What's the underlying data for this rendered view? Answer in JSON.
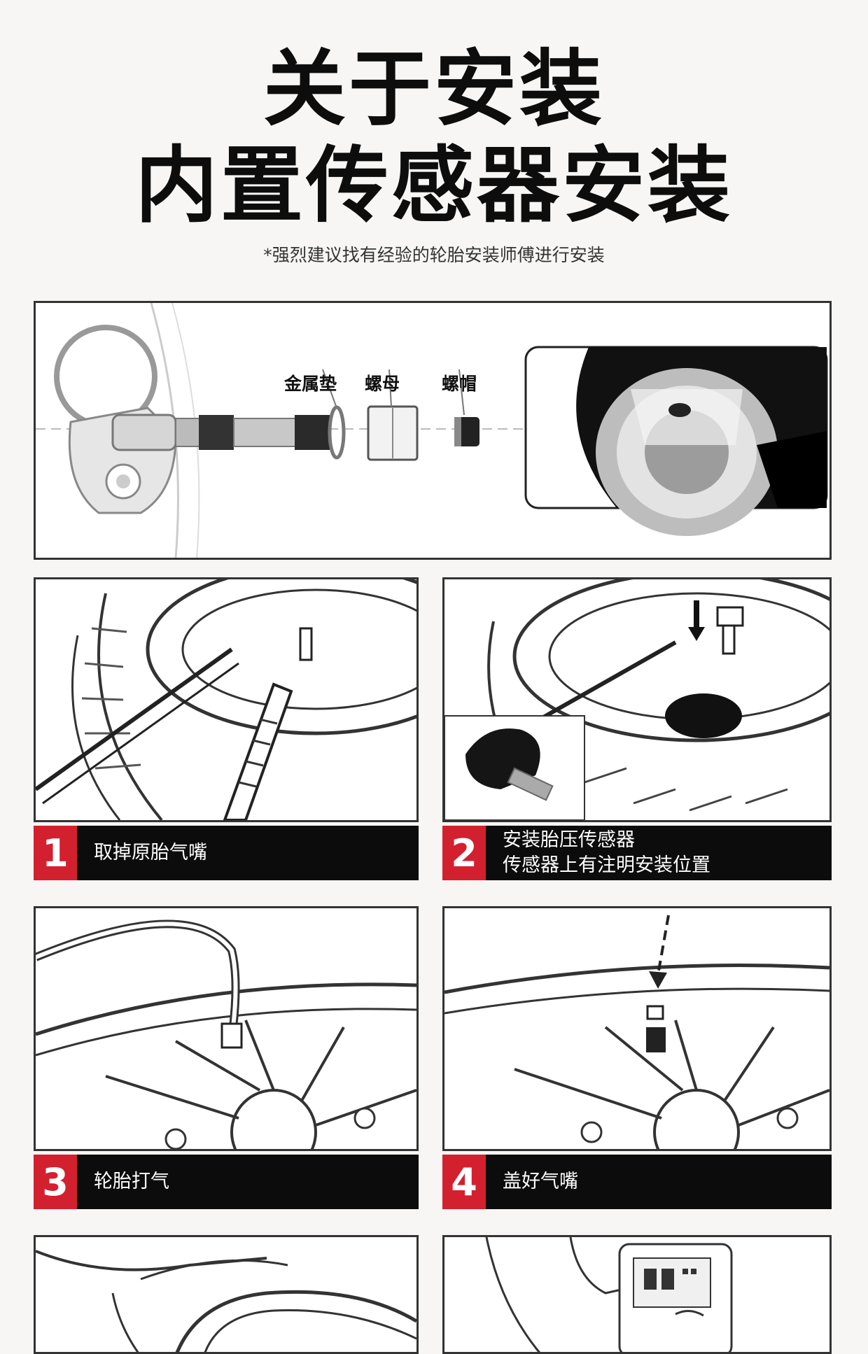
{
  "header": {
    "title_line1": "关于安装",
    "title_line2": "内置传感器安装",
    "note": "*强烈建议找有经验的轮胎安装师傅进行安装"
  },
  "parts": {
    "washer_label": "金属垫",
    "nut_label": "螺母",
    "cap_label": "螺帽"
  },
  "steps": [
    {
      "number": "1",
      "lines": [
        "取掉原胎气嘴"
      ]
    },
    {
      "number": "2",
      "lines": [
        "安装胎压传感器",
        "传感器上有注明安装位置"
      ]
    },
    {
      "number": "3",
      "lines": [
        "轮胎打气"
      ]
    },
    {
      "number": "4",
      "lines": [
        "盖好气嘴"
      ]
    }
  ],
  "colors": {
    "accent_red": "#d3202f",
    "bar_black": "#0c0c0c",
    "page_bg": "#f7f6f5"
  }
}
